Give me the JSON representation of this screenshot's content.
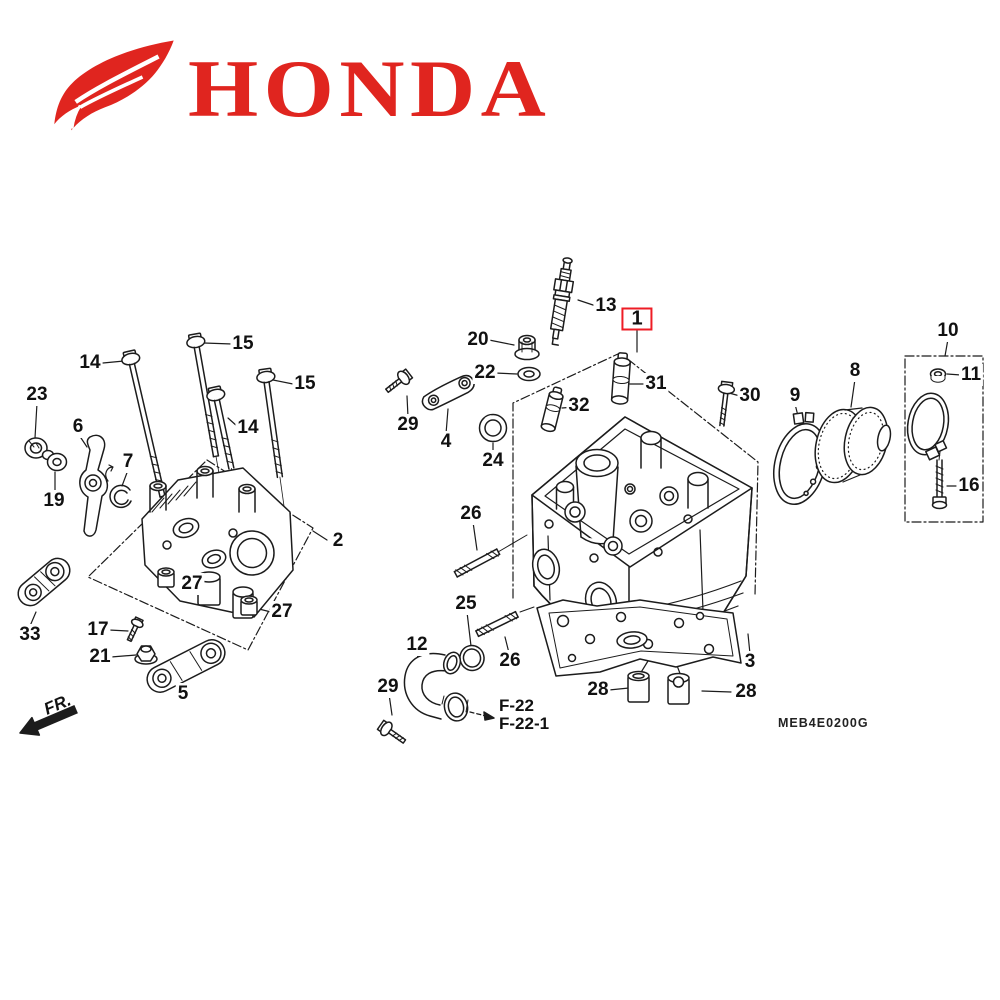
{
  "brand": {
    "name": "HONDA",
    "wing_color": "#e0251f"
  },
  "diagram": {
    "code": "MEB4E0200G",
    "direction_indicator": "FR.",
    "cross_references": [
      "F-22",
      "F-22-1"
    ],
    "highlighted_callout": "1",
    "highlight_color": "#ee1c25",
    "line_color": "#1c1c1c",
    "callouts": {
      "1": "1",
      "2": "2",
      "3": "3",
      "4": "4",
      "5": "5",
      "6": "6",
      "7": "7",
      "8": "8",
      "9": "9",
      "10": "10",
      "11": "11",
      "12": "12",
      "13": "13",
      "14": "14",
      "15": "15",
      "16": "16",
      "17": "17",
      "19": "19",
      "20": "20",
      "21": "21",
      "22": "22",
      "23": "23",
      "24": "24",
      "25": "25",
      "26": "26",
      "27": "27",
      "28": "28",
      "29": "29",
      "30": "30",
      "31": "31",
      "32": "32",
      "33": "33"
    }
  }
}
